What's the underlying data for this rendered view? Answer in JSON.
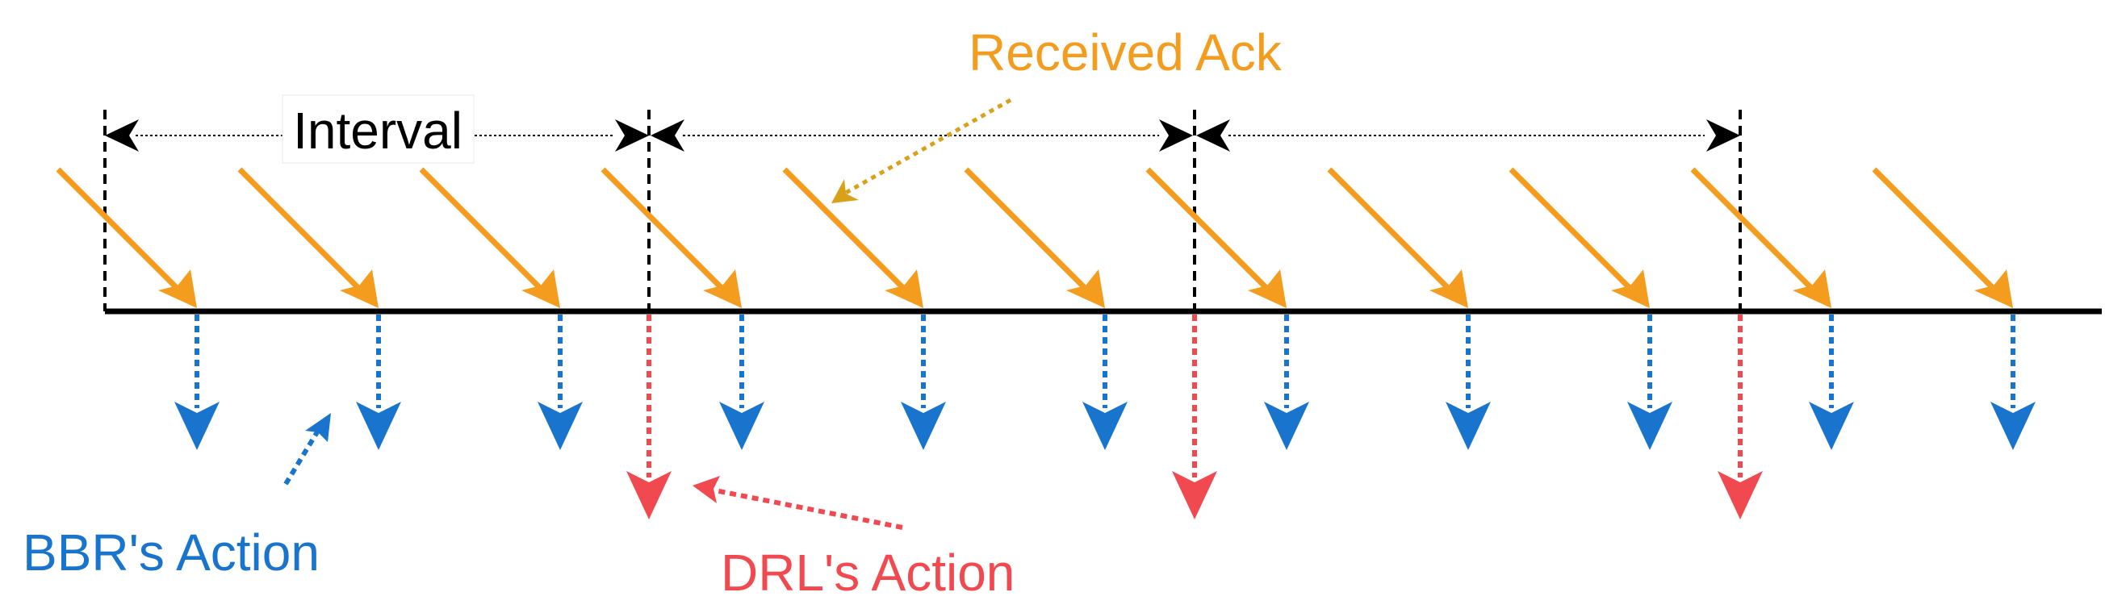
{
  "labels": {
    "interval": "Interval",
    "received_ack": "Received Ack",
    "bbr_action": "BBR's Action",
    "drl_action": "DRL's Action"
  },
  "colors": {
    "ack": "#f39c1e",
    "bbr": "#1874cd",
    "drl": "#f04a50",
    "annotation_ack": "#d9a11a",
    "line": "#000000"
  },
  "icons": {
    "ack_arrow": "diagonal-arrow-icon",
    "bbr_arrow": "dotted-down-arrow-icon",
    "drl_arrow": "dotted-down-arrow-icon",
    "interval_arrow": "double-headed-arrow-icon"
  }
}
